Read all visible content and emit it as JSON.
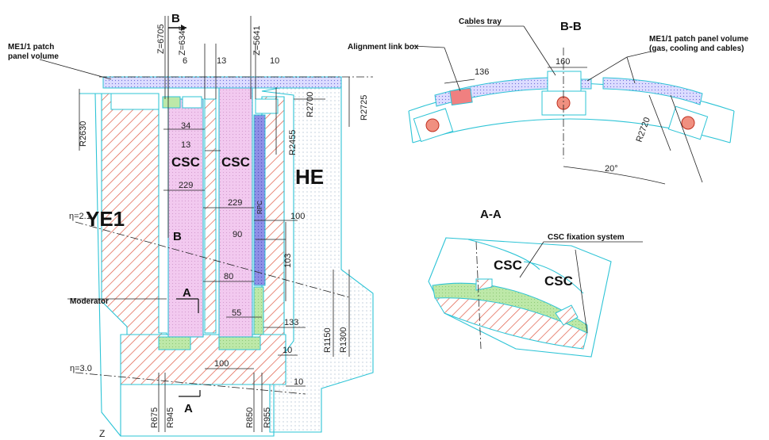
{
  "labels": {
    "me11_left": [
      "ME1/1 patch",
      "panel volume"
    ],
    "section_b_marker": "B",
    "section_b_marker2": "B",
    "section_a_marker": "A",
    "section_a_marker2": "A",
    "ye1": "YE1",
    "he": "HE",
    "csc_left": "CSC",
    "csc_right": "CSC",
    "rpc": "RPC",
    "moderator": "Moderator",
    "eta21": "η=2.1",
    "eta30": "η=3.0",
    "z_axis": "Z",
    "bb_title": "B-B",
    "aa_title": "A-A",
    "cables_tray": "Cables tray",
    "alignment_link_box": "Alignment link box",
    "me11_right": [
      "ME1/1 patch panel volume",
      "(gas, cooling and cables)"
    ],
    "csc_fixation": "CSC fixation system",
    "aa_csc1": "CSC",
    "aa_csc2": "CSC"
  },
  "dimensions": {
    "z6705": "Z=6705",
    "z6345": "Z=6345",
    "z5641": "Z=5641",
    "d6": "6",
    "d13top": "13",
    "d10top": "10",
    "r2630": "R2630",
    "r2700": "R2700",
    "r2725": "R2725",
    "r2455": "R2455",
    "d34": "34",
    "d13": "13",
    "d229a": "229",
    "d229b": "229",
    "d100a": "100",
    "d90": "90",
    "d103": "103",
    "d80": "80",
    "d55": "55",
    "d133": "133",
    "d10a": "10",
    "d100b": "100",
    "d10b": "10",
    "r1150": "R1150",
    "r1300": "R1300",
    "r675": "R675",
    "r945": "R945",
    "r850": "R850",
    "r955": "R955",
    "d136": "136",
    "d160": "160",
    "r2720": "R2720",
    "angle20": "20°"
  }
}
